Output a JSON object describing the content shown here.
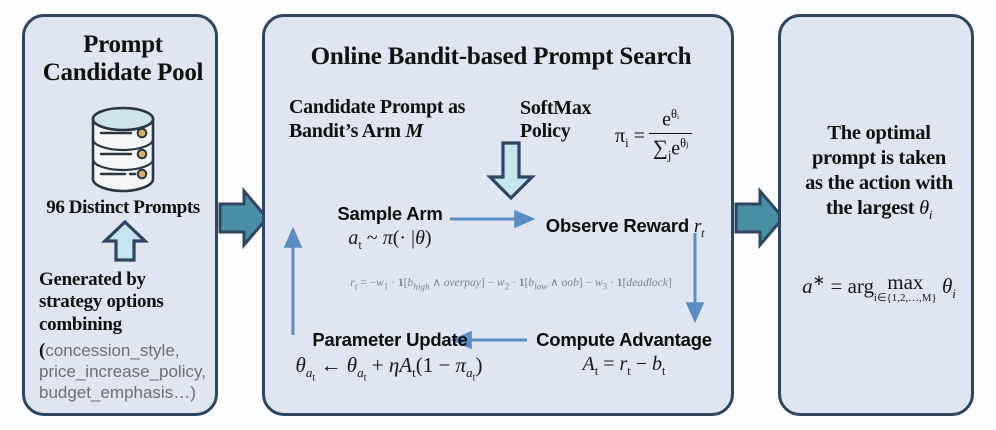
{
  "theme": {
    "canvas_bg": "#fcfdfe",
    "panel_bg": "#dfe6f1",
    "panel_border": "#2f4560",
    "connector_arrow_fill": "#4a8ea6",
    "connector_arrow_stroke": "#2f4560",
    "block_arrow_fill": "#c8e5ef",
    "block_arrow_stroke": "#2f4560",
    "cycle_arrow": "#5b8dc4",
    "text_primary": "#101010",
    "text_muted": "#6e6e74",
    "formula_muted": "#7b8794",
    "db_accent": "#b98a46"
  },
  "left_panel": {
    "title_line1": "Prompt",
    "title_line2": "Candidate Pool",
    "db_icon": "database-cylinder-icon",
    "prompt_count_label": "96 Distinct Prompts",
    "up_arrow": "up-block-arrow-icon",
    "generated_by_line1": "Generated by",
    "generated_by_line2": "strategy options",
    "generated_by_line3": "combining",
    "options_open_paren": "(",
    "options": [
      "concession_style,",
      "price_increase_policy,",
      "budget_emphasis…)"
    ]
  },
  "connector_1": {
    "icon": "right-block-arrow-icon",
    "from": "Prompt Candidate Pool",
    "to": "Online Bandit-based Prompt Search"
  },
  "center_panel": {
    "title": "Online Bandit-based Prompt Search",
    "candidate_prompt_line1": "Candidate Prompt as",
    "candidate_prompt_line2_text": "Bandit’s Arm",
    "candidate_prompt_line2_symbol": "M",
    "softmax_label_line1": "SoftMax",
    "softmax_label_line2": "Policy",
    "softmax_formula": {
      "lhs_symbol": "π",
      "lhs_sub": "i",
      "equals": "=",
      "numerator_base": "e",
      "numerator_exp": "θᵢ",
      "denominator_sum": "∑",
      "denominator_sum_sub": "j",
      "denominator_base": "e",
      "denominator_exp": "θⱼ",
      "plain": "πᵢ = e^θᵢ / ∑ⱼ e^θⱼ"
    },
    "down_arrow": "down-block-arrow-icon",
    "nodes": [
      {
        "id": "sample-arm",
        "title": "Sample Arm",
        "math": "aₜ ~ π(· |θ)"
      },
      {
        "id": "observe-reward",
        "title": "Observe Reward",
        "title_symbol": "rₜ",
        "math": ""
      },
      {
        "id": "compute-advantage",
        "title": "Compute Advantage",
        "math": "Aₜ = rₜ − bₜ"
      },
      {
        "id": "parameter-update",
        "title": "Parameter Update",
        "math": "θ_{aₜ} ← θ_{aₜ} + ηAₜ(1 − π_{aₜ})"
      }
    ],
    "reward_formula": "rₜ = −w₁ · 𝟙[b_high ∧ overpay] − w₂ · 𝟙[b_low ∧ oob] − w₃ · 𝟙[deadlock]",
    "cycle_arrows": [
      "arrow-sample-to-observe",
      "arrow-observe-to-advantage",
      "arrow-advantage-to-update",
      "arrow-update-to-sample"
    ]
  },
  "connector_2": {
    "icon": "right-block-arrow-icon",
    "from": "Online Bandit-based Prompt Search",
    "to": "Optimal Prompt"
  },
  "right_panel": {
    "text_line1": "The optimal",
    "text_line2": "prompt is taken",
    "text_line3": "as the action with",
    "text_line4_prefix": "the largest",
    "text_line4_symbol": "θᵢ",
    "formula": {
      "lhs": "a*",
      "equals": "=",
      "arg": "arg",
      "max": "max",
      "index_set": "i∈{1,2,…,M}",
      "objective": "θᵢ",
      "plain": "a* = arg max_{i∈{1,2,…,M}} θᵢ"
    }
  }
}
